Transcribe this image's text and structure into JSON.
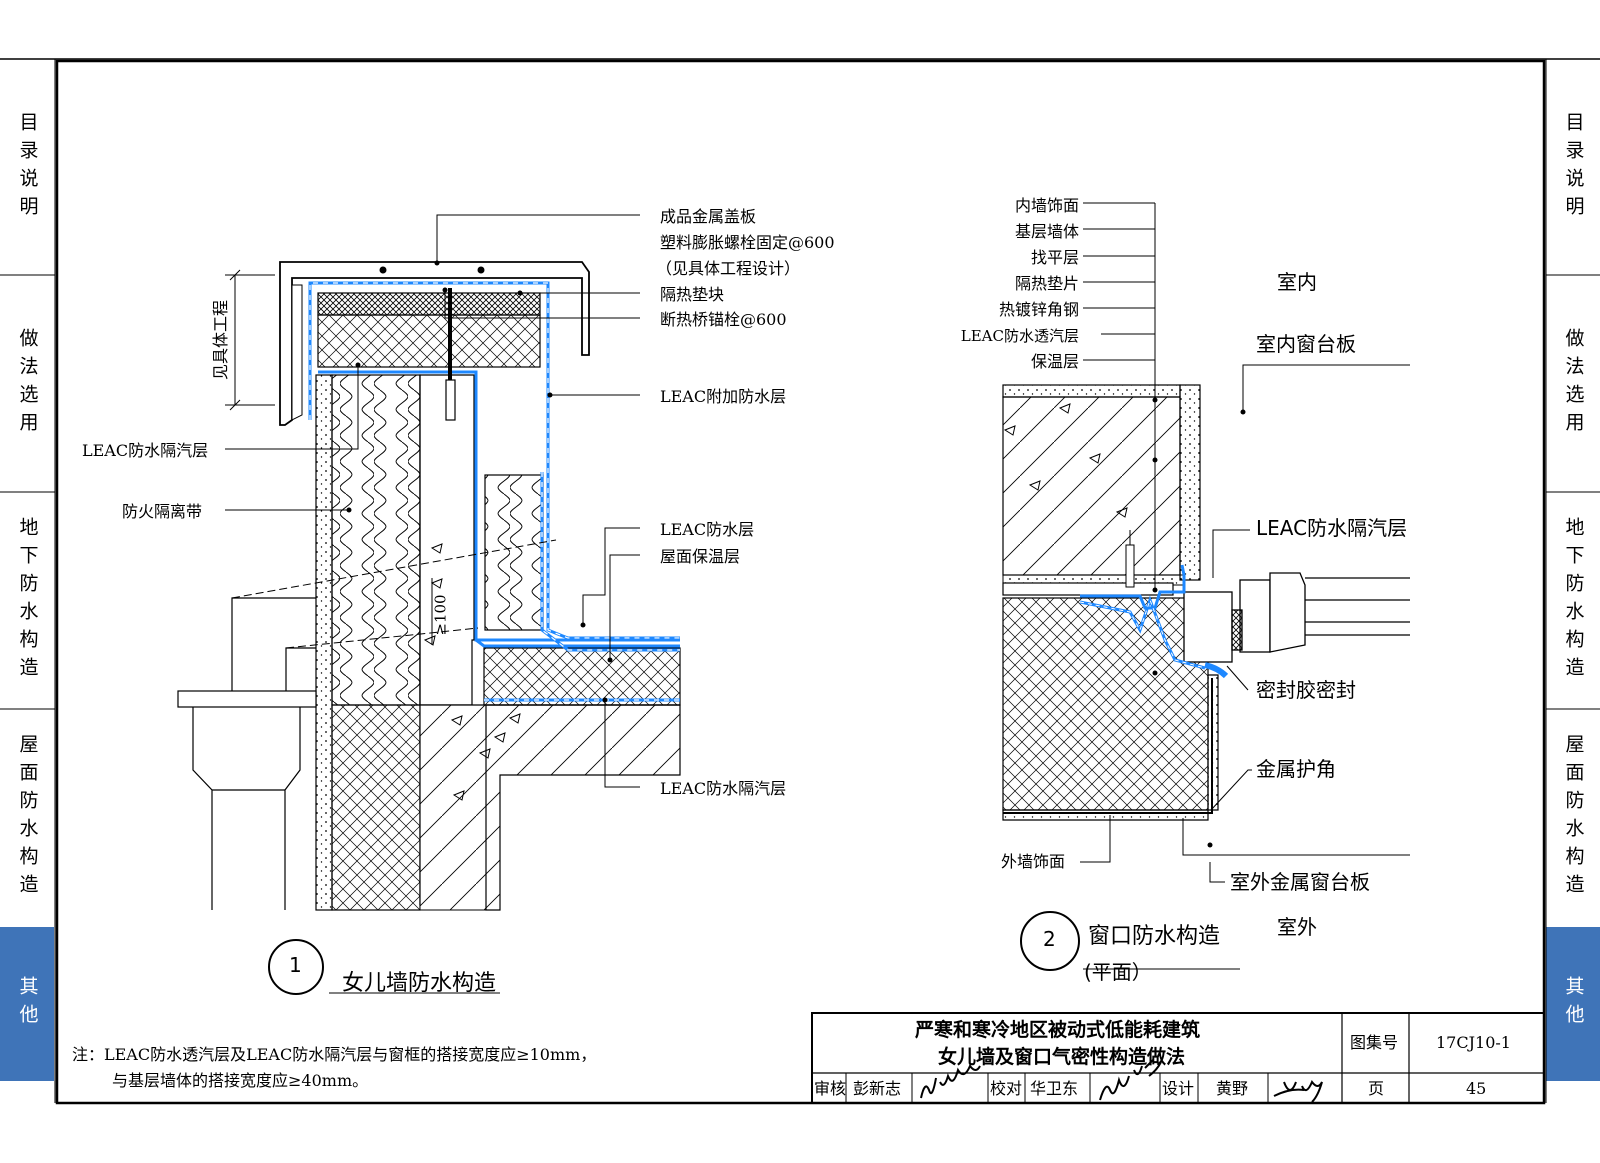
{
  "side_tabs": [
    {
      "label": "目录说明",
      "active": false
    },
    {
      "label": "做法选用",
      "active": false
    },
    {
      "label": "地下防水构造",
      "active": false
    },
    {
      "label": "屋面防水构造",
      "active": false
    },
    {
      "label": "其他",
      "active": true
    }
  ],
  "accent_color": "#3f74b8",
  "membrane_color": "#1e88ff",
  "detail1": {
    "number": "1",
    "title": "女儿墙防水构造",
    "dim_vertical": "见具体工程",
    "dim_overlap": "≥100",
    "labels": {
      "metal_cap": "成品金属盖板",
      "bolt": "塑料膨胀螺栓固定@600",
      "bolt_note": "（见具体工程设计）",
      "pad": "隔热垫块",
      "anchor": "断热桥锚栓@600",
      "extra_wp": "LEAC附加防水层",
      "vapor_left": "LEAC防水隔汽层",
      "firebreak": "防火隔离带",
      "wp": "LEAC防水层",
      "roof_insul": "屋面保温层",
      "vapor_bottom": "LEAC防水隔汽层"
    }
  },
  "detail2": {
    "number": "2",
    "title": "窗口防水构造",
    "subtitle": "(平面）",
    "indoor": "室内",
    "outdoor": "室外",
    "labels_left": [
      "内墙饰面",
      "基层墙体",
      "找平层",
      "隔热垫片",
      "热镀锌角钢",
      "LEAC防水透汽层",
      "保温层"
    ],
    "sill_in": "室内窗台板",
    "vapor": "LEAC防水隔汽层",
    "sealant": "密封胶密封",
    "corner": "金属护角",
    "ext_finish": "外墙饰面",
    "sill_out": "室外金属窗台板"
  },
  "note": {
    "line1": "注：LEAC防水透汽层及LEAC防水隔汽层与窗框的搭接宽度应≥10mm，",
    "line2": "与基层墙体的搭接宽度应≥40mm。"
  },
  "title_block": {
    "title1": "严寒和寒冷地区被动式低能耗建筑",
    "title2": "女儿墙及窗口气密性构造做法",
    "atlas_label": "图集号",
    "atlas_no": "17CJ10-1",
    "page_label": "页",
    "page_no": "45",
    "review_label": "审核",
    "review_name": "彭新志",
    "check_label": "校对",
    "check_name": "华卫东",
    "design_label": "设计",
    "design_name": "黄野"
  }
}
